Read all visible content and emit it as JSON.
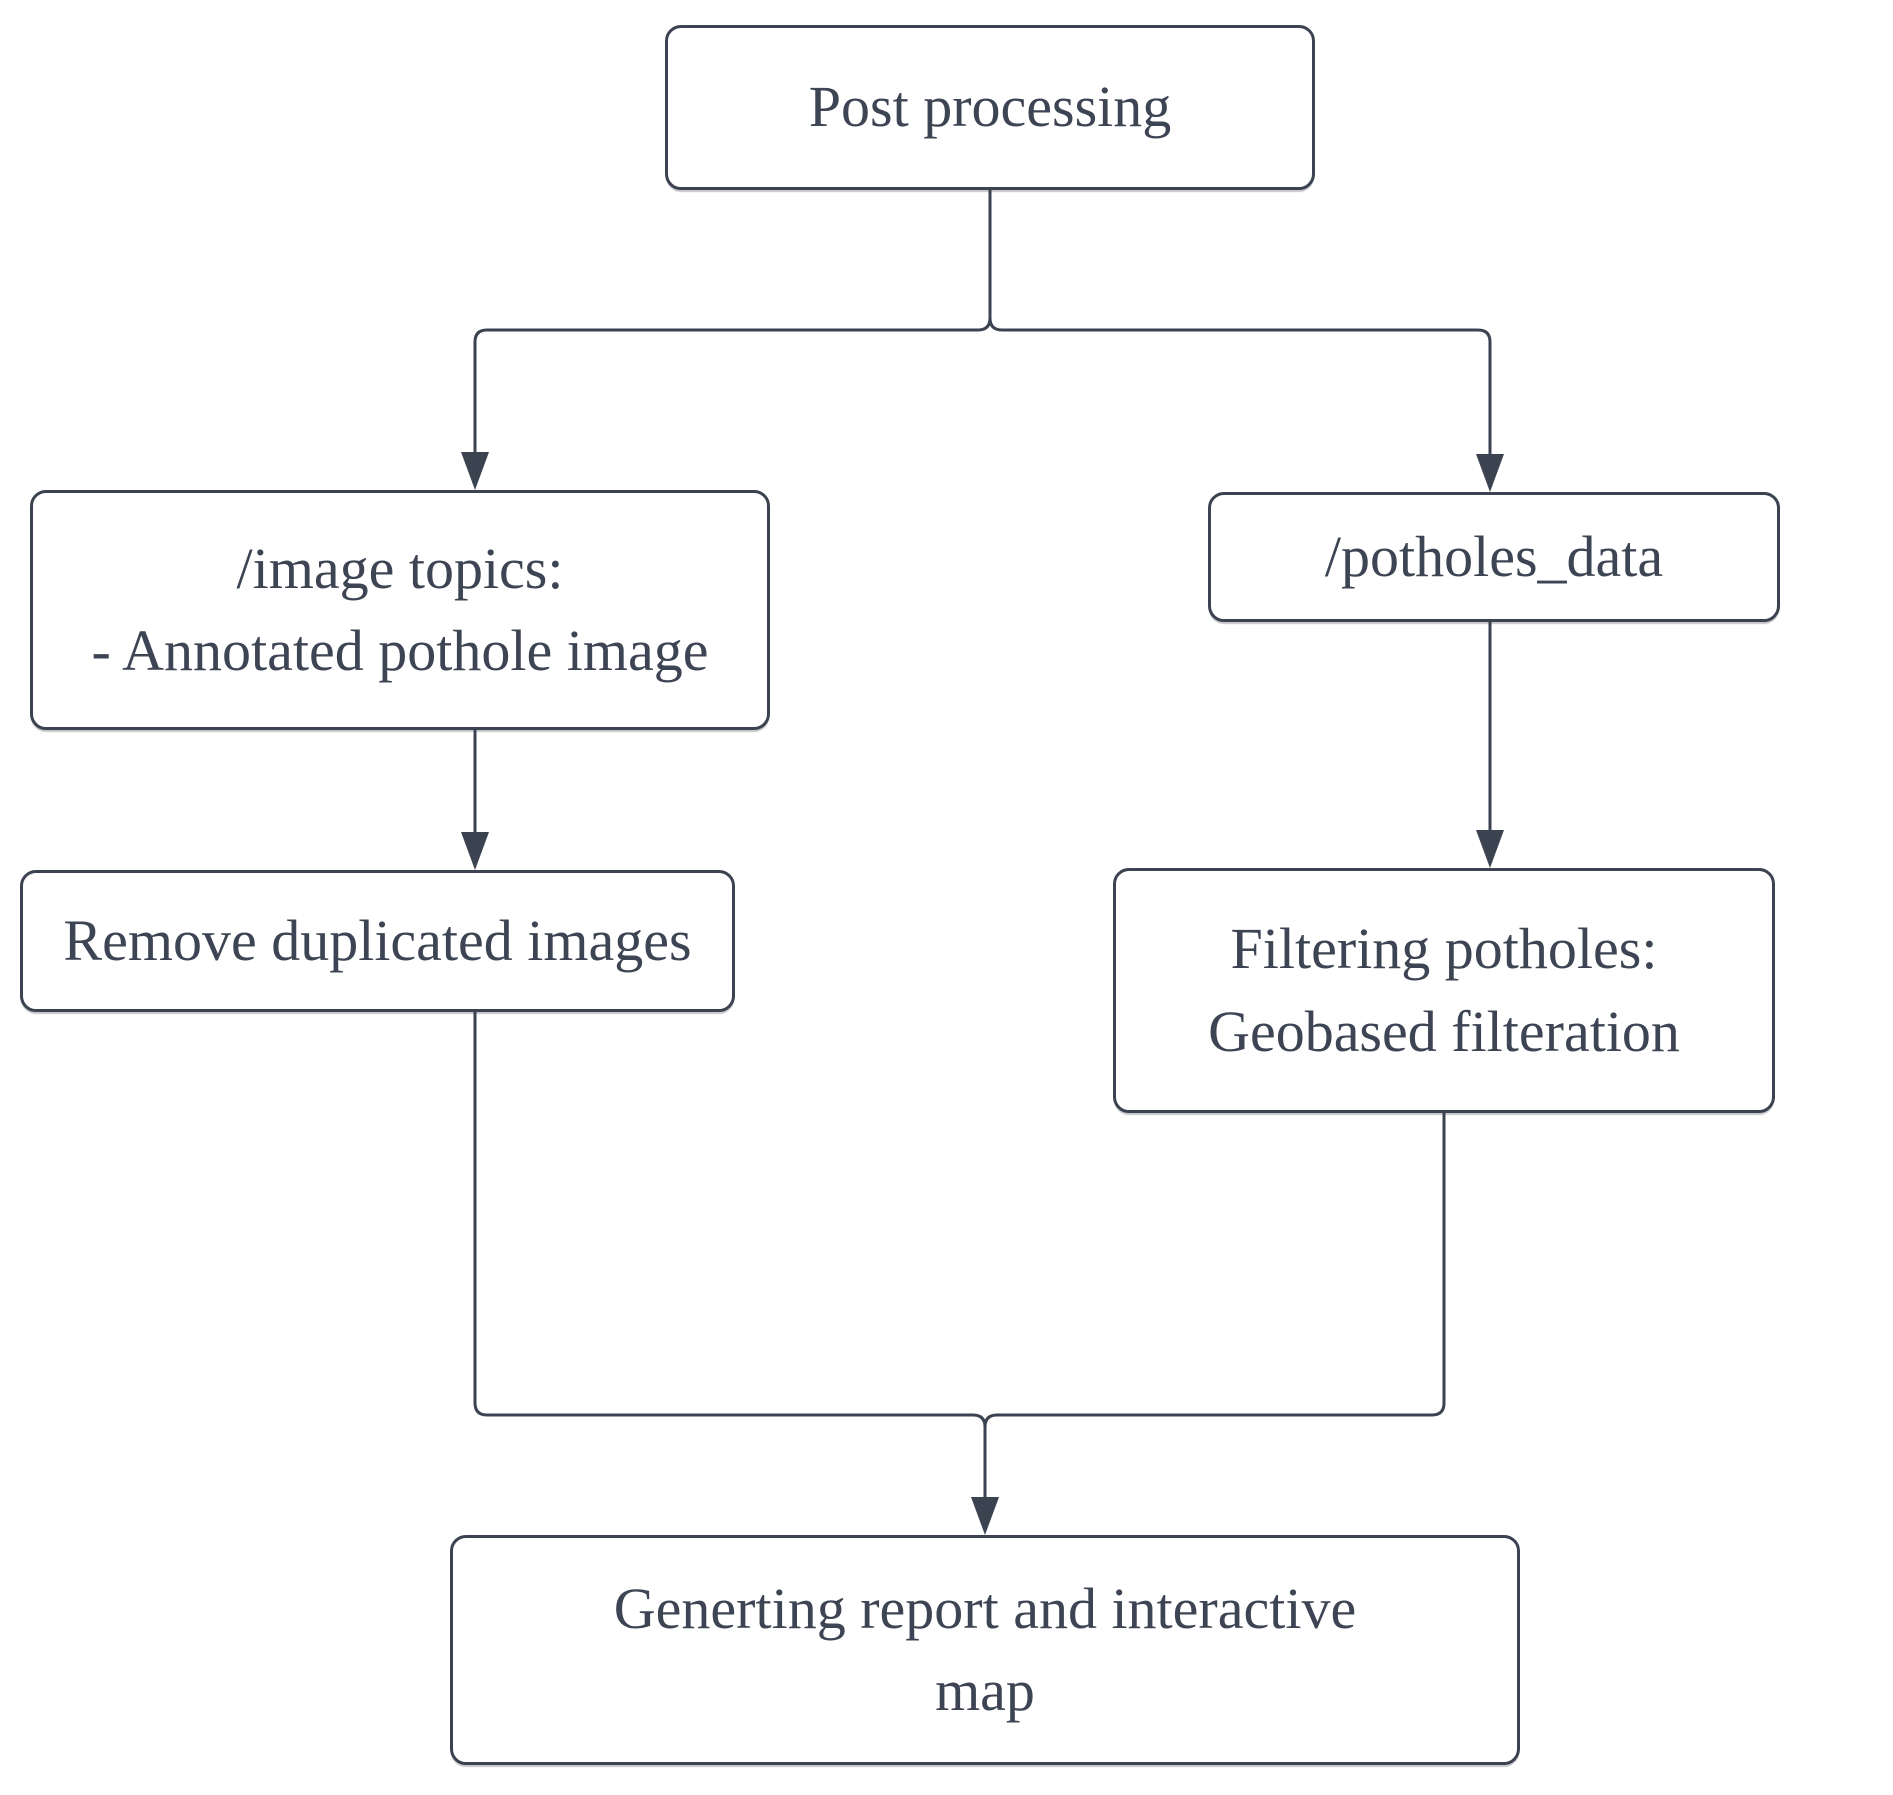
{
  "colors": {
    "stroke": "#3b4250",
    "text": "#3d4453",
    "background": "#ffffff"
  },
  "nodes": {
    "post_processing": {
      "label": "Post processing"
    },
    "image_topics": {
      "line1": "/image topics:",
      "line2": "- Annotated pothole image"
    },
    "potholes_data": {
      "label": "/potholes_data"
    },
    "remove_duplicated": {
      "label": "Remove duplicated images"
    },
    "filtering_potholes": {
      "line1": "Filtering potholes:",
      "line2": "Geobased filteration"
    },
    "generating_report": {
      "line1": "Generting report and interactive",
      "line2": "map"
    }
  },
  "edges": [
    {
      "from": "post_processing",
      "to": "image_topics"
    },
    {
      "from": "post_processing",
      "to": "potholes_data"
    },
    {
      "from": "image_topics",
      "to": "remove_duplicated"
    },
    {
      "from": "potholes_data",
      "to": "filtering_potholes"
    },
    {
      "from": "remove_duplicated",
      "to": "generating_report"
    },
    {
      "from": "filtering_potholes",
      "to": "generating_report"
    }
  ]
}
